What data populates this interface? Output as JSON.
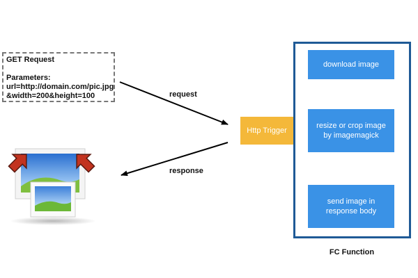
{
  "request_box": {
    "title": "GET Request",
    "params_label": "Parameters:",
    "line1": "url=http://domain.com/pic.jpg",
    "line2": "&width=200&height=100"
  },
  "arrows": {
    "request_label": "request",
    "response_label": "response"
  },
  "trigger": {
    "label": "Http Trigger"
  },
  "function": {
    "title": "FC Function",
    "steps": [
      "download image",
      "resize or crop image by imagemagick",
      "send image in response body"
    ]
  },
  "colors": {
    "trigger": "#f4b83a",
    "step": "#3a92e6",
    "frame": "#1f5a96",
    "connector": "#f4b83a",
    "arrow": "#000000"
  },
  "icons": [
    "image-resize-icon"
  ]
}
